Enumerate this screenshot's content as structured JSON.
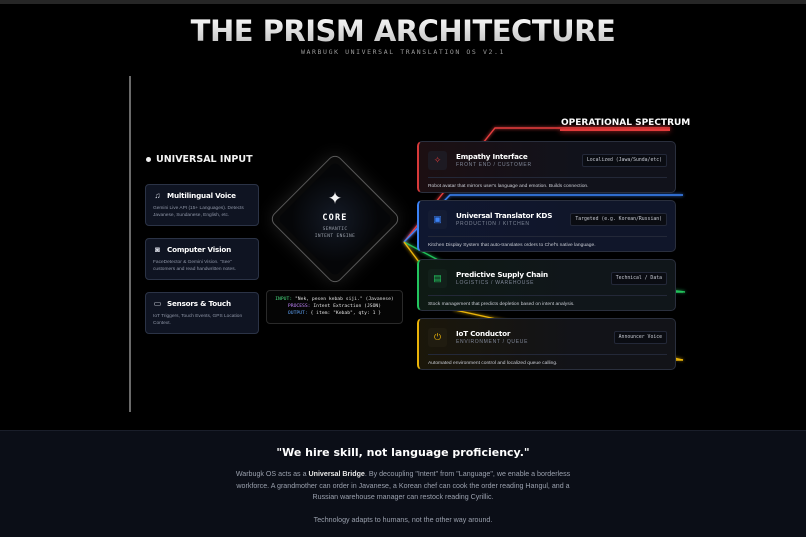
{
  "header": {
    "title": "THE PRISM ARCHITECTURE",
    "subtitle": "WARBUGK UNIVERSAL TRANSLATION OS V2.1"
  },
  "input_section": {
    "heading": "UNIVERSAL INPUT",
    "cards": [
      {
        "icon": "music-note-icon",
        "glyph": "♫",
        "title": "Multilingual Voice",
        "desc": "Gemini Live API (15+ Languages). Detects Javanese, Sundanese, English, etc."
      },
      {
        "icon": "camera-icon",
        "glyph": "◙",
        "title": "Computer Vision",
        "desc": "FaceDetector & Gemini Vision. \"See\" customers and read handwritten notes."
      },
      {
        "icon": "monitor-icon",
        "glyph": "▭",
        "title": "Sensors & Touch",
        "desc": "IoT Triggers, Touch Events, GPS Location Context."
      }
    ]
  },
  "core": {
    "icon": "sparkles-icon",
    "label": "CORE",
    "sub_line1": "SEMANTIC",
    "sub_line2": "INTENT ENGINE"
  },
  "code_example": {
    "input_key": "INPUT:",
    "input_value": " \"Nek, pesen kebab siji.\" (Javanese)",
    "process_key": "PROCESS:",
    "process_value": " Intent Extraction (JSON)",
    "output_key": "OUTPUT:",
    "output_value": " { item: \"Kebab\", qty: 1 }"
  },
  "output_section": {
    "heading": "OPERATIONAL SPECTRUM",
    "cards": [
      {
        "color": "#d83a3a",
        "icon": "sparkle-robot-icon",
        "glyph": "✧",
        "title": "Empathy Interface",
        "subtitle": "FRONT END / CUSTOMER",
        "tag": "Localized (Jawa/Sunda/etc)",
        "desc": "Robot avatar that mirrors user's language and emotion. Builds connection."
      },
      {
        "color": "#3b82f6",
        "icon": "monitor-icon",
        "glyph": "▣",
        "title": "Universal Translator KDS",
        "subtitle": "PRODUCTION / KITCHEN",
        "tag": "Targeted (e.g. Korean/Russian)",
        "desc": "Kitchen Display System that auto-translates orders to Chef's native language."
      },
      {
        "color": "#22c55e",
        "icon": "archive-box-icon",
        "glyph": "▤",
        "title": "Predictive Supply Chain",
        "subtitle": "LOGISTICS / WAREHOUSE",
        "tag": "Technical / Data",
        "desc": "Stock management that predicts depletion based on intent analysis."
      },
      {
        "color": "#eab308",
        "icon": "power-icon",
        "glyph": "⏻",
        "title": "IoT Conductor",
        "subtitle": "ENVIRONMENT / QUEUE",
        "tag": "Announcer Voice",
        "desc": "Automated environment control and localized queue calling."
      }
    ]
  },
  "footer": {
    "quote": "\"We hire skill, not language proficiency.\"",
    "para_pre": "Warbugk OS acts as a ",
    "para_bold": "Universal Bridge",
    "para_post": ". By decoupling \"Intent\" from \"Language\", we enable a borderless workforce. A grandmother can order in Javanese, a Korean chef can cook the order reading Hangul, and a Russian warehouse manager can restock reading Cyrillic.",
    "closing": "Technology adapts to humans, not the other way around."
  }
}
